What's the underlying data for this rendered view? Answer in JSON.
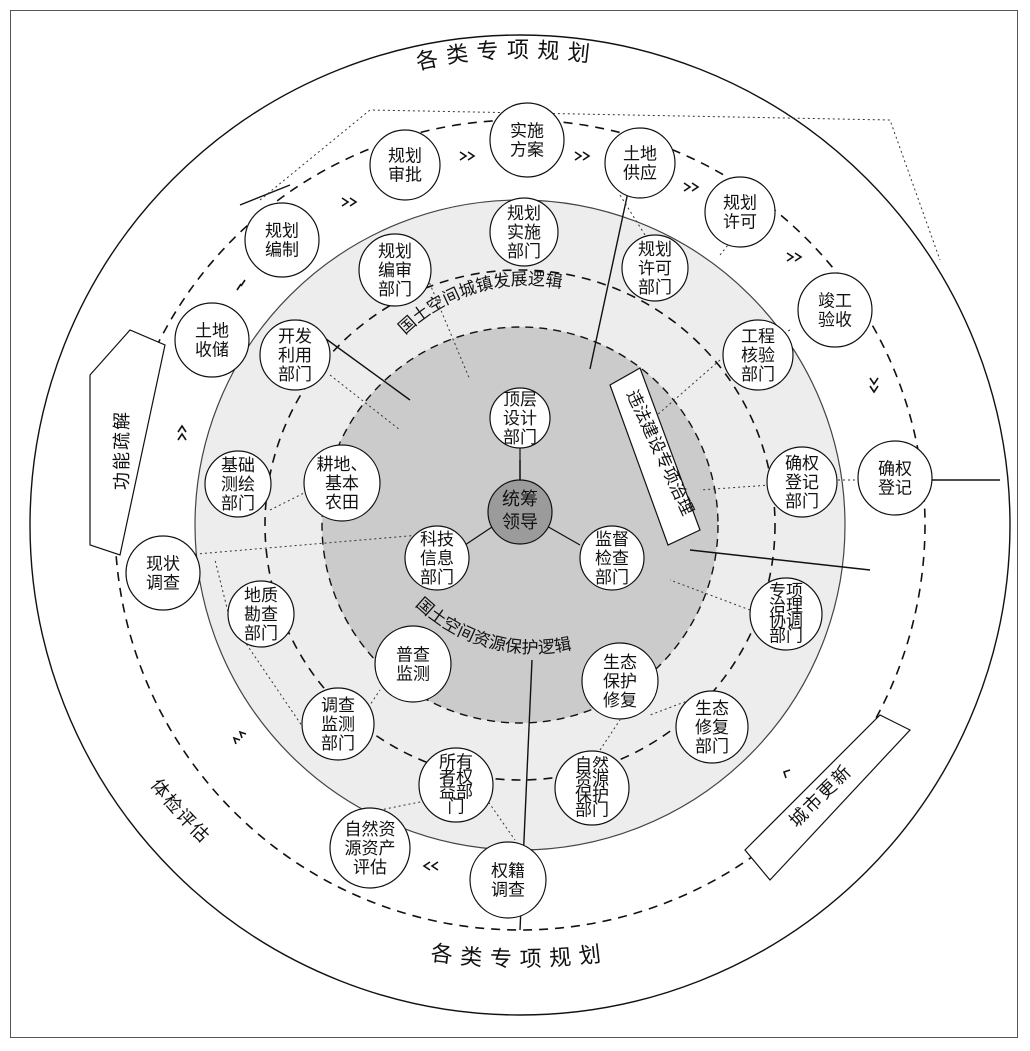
{
  "titles": {
    "top": "各类专项规划",
    "bottom": "各类专项规划"
  },
  "logic_labels": {
    "urban": "国土空间城镇发展逻辑",
    "resource": "国土空间资源保护逻辑"
  },
  "side_labels": {
    "left_box": "功能疏解",
    "right_box": "城市更新",
    "center_box": "违法建设专项治理",
    "bottom_left": "体检评估"
  },
  "center": {
    "label": [
      "统筹",
      "领导"
    ]
  },
  "inner_nodes": [
    {
      "id": "top-design",
      "lines": [
        "顶层",
        "设计",
        "部门"
      ]
    },
    {
      "id": "tech-info",
      "lines": [
        "科技",
        "信息",
        "部门"
      ]
    },
    {
      "id": "supervision",
      "lines": [
        "监督",
        "检查",
        "部门"
      ]
    }
  ],
  "outer_nodes": [
    {
      "id": "plan-approve",
      "lines": [
        "规划",
        "审批"
      ]
    },
    {
      "id": "impl-plan",
      "lines": [
        "实施",
        "方案"
      ]
    },
    {
      "id": "land-supply",
      "lines": [
        "土地",
        "供应"
      ]
    },
    {
      "id": "plan-permit",
      "lines": [
        "规划",
        "许可"
      ]
    },
    {
      "id": "completion",
      "lines": [
        "竣工",
        "验收"
      ]
    },
    {
      "id": "rights-reg",
      "lines": [
        "确权",
        "登记"
      ]
    },
    {
      "id": "plan-make",
      "lines": [
        "规划",
        "编制"
      ]
    },
    {
      "id": "land-reserve",
      "lines": [
        "土地",
        "收储"
      ]
    },
    {
      "id": "status-survey",
      "lines": [
        "现状",
        "调查"
      ]
    },
    {
      "id": "asset-eval",
      "lines": [
        "自然资",
        "源资产",
        "评估"
      ]
    },
    {
      "id": "title-survey",
      "lines": [
        "权籍",
        "调查"
      ]
    }
  ],
  "mid_nodes": [
    {
      "id": "plan-review-dept",
      "lines": [
        "规划",
        "编审",
        "部门"
      ]
    },
    {
      "id": "plan-impl-dept",
      "lines": [
        "规划",
        "实施",
        "部门"
      ]
    },
    {
      "id": "plan-permit-dept",
      "lines": [
        "规划",
        "许可",
        "部门"
      ]
    },
    {
      "id": "eng-verify-dept",
      "lines": [
        "工程",
        "核验",
        "部门"
      ]
    },
    {
      "id": "rights-reg-dept",
      "lines": [
        "确权",
        "登记",
        "部门"
      ]
    },
    {
      "id": "dev-use-dept",
      "lines": [
        "开发",
        "利用",
        "部门"
      ]
    },
    {
      "id": "basic-survey-dept",
      "lines": [
        "基础",
        "测绘",
        "部门"
      ]
    },
    {
      "id": "geo-survey-dept",
      "lines": [
        "地质",
        "勘查",
        "部门"
      ]
    },
    {
      "id": "monitor-dept",
      "lines": [
        "调查",
        "监测",
        "部门"
      ]
    },
    {
      "id": "owner-dept",
      "lines": [
        "所有",
        "者权",
        "益部",
        "门"
      ]
    },
    {
      "id": "nat-protect-dept",
      "lines": [
        "自然",
        "资源",
        "保护",
        "部门"
      ]
    },
    {
      "id": "eco-restore-dept",
      "lines": [
        "生态",
        "修复",
        "部门"
      ]
    },
    {
      "id": "special-gov-dept",
      "lines": [
        "专项",
        "治理",
        "协调",
        "部门"
      ]
    }
  ],
  "inner_ring_nodes": [
    {
      "id": "farmland",
      "lines": [
        "耕地、",
        "基本",
        "农田"
      ]
    },
    {
      "id": "census",
      "lines": [
        "普查",
        "监测"
      ]
    },
    {
      "id": "eco-protect",
      "lines": [
        "生态",
        "保护",
        "修复"
      ]
    }
  ],
  "colors": {
    "outer_ring_fill": "#ffffff",
    "mid_ring_fill": "#ececec",
    "inner_ring_fill": "#c9c9c9",
    "center_fill": "#9b9b9b",
    "stroke": "#111111"
  }
}
